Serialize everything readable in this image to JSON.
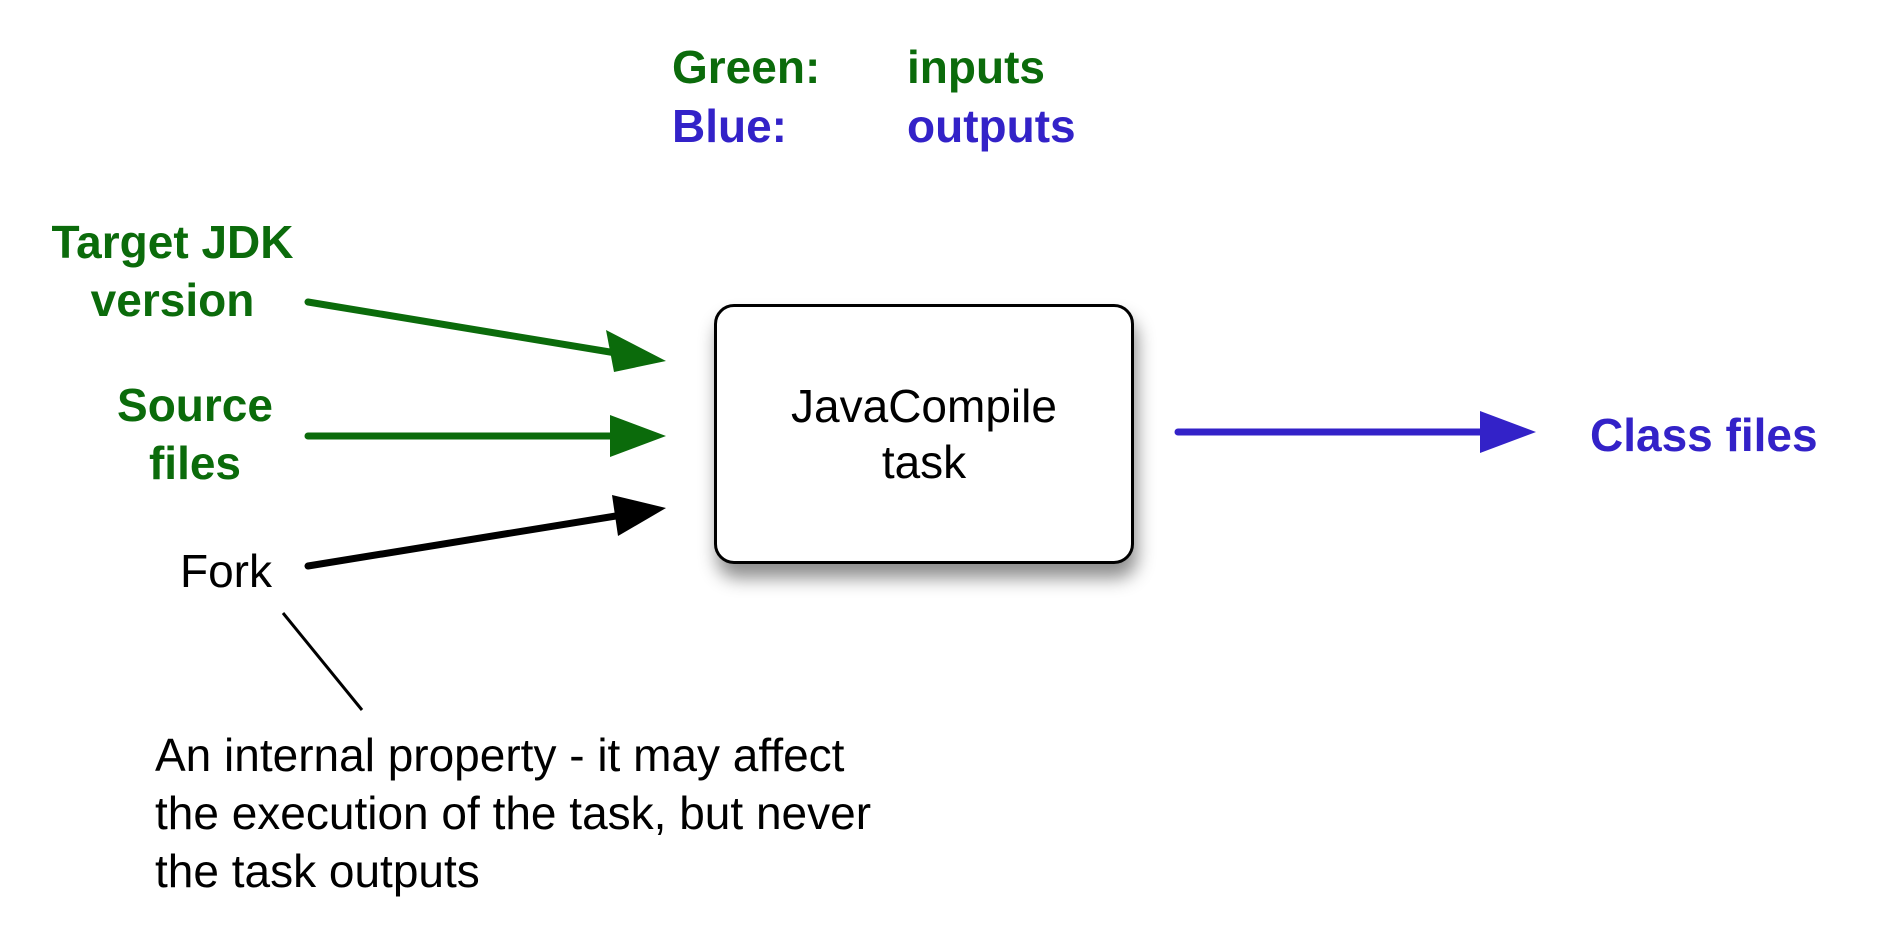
{
  "legend": {
    "green_key": "Green:",
    "green_value": "inputs",
    "blue_key": "Blue:",
    "blue_value": "outputs"
  },
  "inputs": {
    "target_jdk": {
      "line1": "Target JDK",
      "line2": "version"
    },
    "source_files": {
      "line1": "Source",
      "line2": "files"
    },
    "fork": "Fork"
  },
  "task": {
    "line1": "JavaCompile",
    "line2": "task"
  },
  "output": {
    "label": "Class files"
  },
  "note": {
    "line1": "An internal property - it may affect",
    "line2": "the execution of the task, but never",
    "line3": "the task outputs"
  },
  "colors": {
    "input_green": "#0b6b0b",
    "output_blue": "#3322c8",
    "internal_black": "#000000"
  }
}
